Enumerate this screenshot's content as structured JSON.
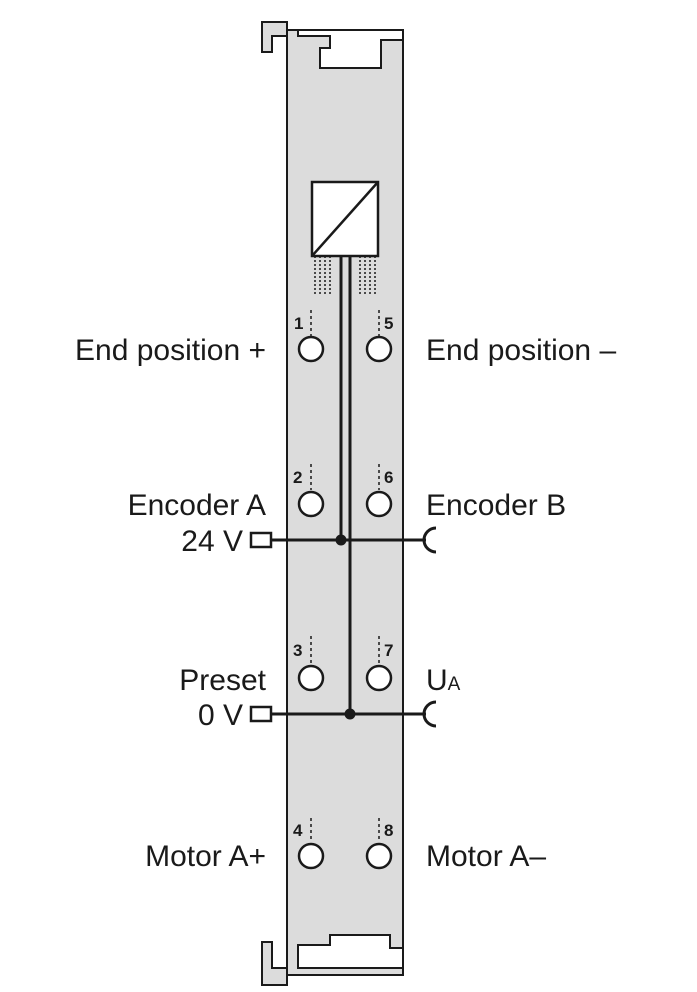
{
  "terminals": [
    {
      "number": "1",
      "label": "End position +"
    },
    {
      "number": "2",
      "label": "Encoder A"
    },
    {
      "number": "3",
      "label": "Preset"
    },
    {
      "number": "4",
      "label": "Motor A+"
    },
    {
      "number": "5",
      "label": "End position –"
    },
    {
      "number": "6",
      "label": "Encoder B"
    },
    {
      "number": "7",
      "label": "U",
      "subscript": "A"
    },
    {
      "number": "8",
      "label": "Motor A–"
    }
  ],
  "power_contacts": [
    {
      "label": "24 V"
    },
    {
      "label": "0 V"
    }
  ],
  "colors": {
    "module_body": "#dcdcdc",
    "lines": "#1a1a1a",
    "background": "#ffffff"
  },
  "icons": [
    "dc-dc-converter-icon",
    "power-jumper-contact-icon",
    "spring-contact-icon"
  ]
}
